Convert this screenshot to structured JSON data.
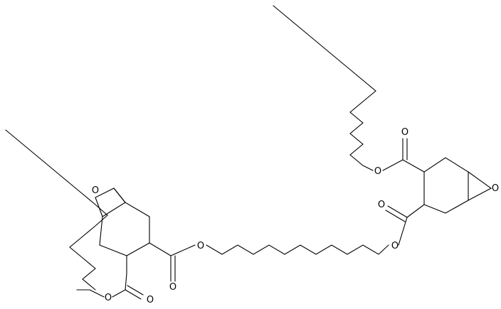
{
  "diagram": {
    "type": "skeletal-structure",
    "line_color": "#000000",
    "background": "#ffffff",
    "atom_labels": {
      "epoxide_left": "O",
      "epoxide_right": "O",
      "ester_o_left_ring": "O",
      "carbonyl_o_left_ring": "O",
      "ester_o_left_chain": "O",
      "carbonyl_o_left_chain": "O",
      "ester_o_right_chain": "O",
      "carbonyl_o_right_chain": "O",
      "ester_o_right_top": "O",
      "carbonyl_o_right_top": "O"
    }
  }
}
